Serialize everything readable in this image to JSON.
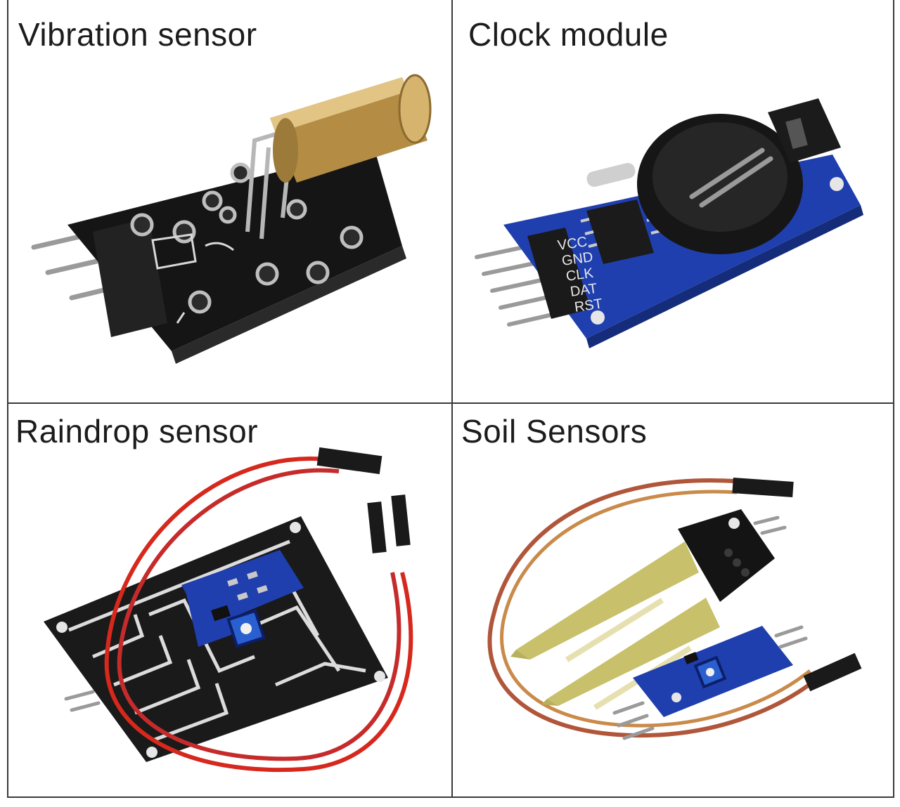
{
  "panels": [
    {
      "title": "Vibration sensor",
      "icon": "laser-module-icon"
    },
    {
      "title": "Clock module",
      "icon": "rtc-module-icon"
    },
    {
      "title": "Raindrop sensor",
      "icon": "raindrop-sensor-icon"
    },
    {
      "title": "Soil Sensors",
      "icon": "soil-moisture-sensor-icon"
    }
  ],
  "clock_module_pins": [
    "VCC",
    "GND",
    "CLK",
    "DAT",
    "RST"
  ],
  "colors": {
    "border": "#3a3a3a",
    "pcb_black": "#151515",
    "pcb_blue": "#1f3fae",
    "brass": "#c8a25a",
    "wire_red": "#d6281c",
    "wire_brown": "#b0563a"
  }
}
